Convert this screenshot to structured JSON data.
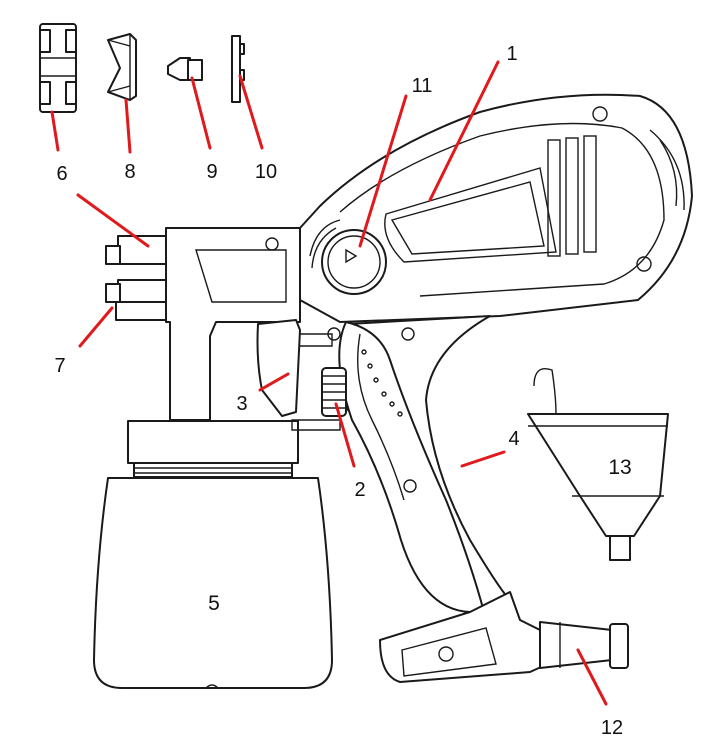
{
  "accent_color": "#e0191c",
  "labels": {
    "n1": "1",
    "n2": "2",
    "n3": "3",
    "n4": "4",
    "n5": "5",
    "n6": "6",
    "n7": "7",
    "n8": "8",
    "n9": "9",
    "n10": "10",
    "n11": "11",
    "n12": "12",
    "n13": "13"
  }
}
